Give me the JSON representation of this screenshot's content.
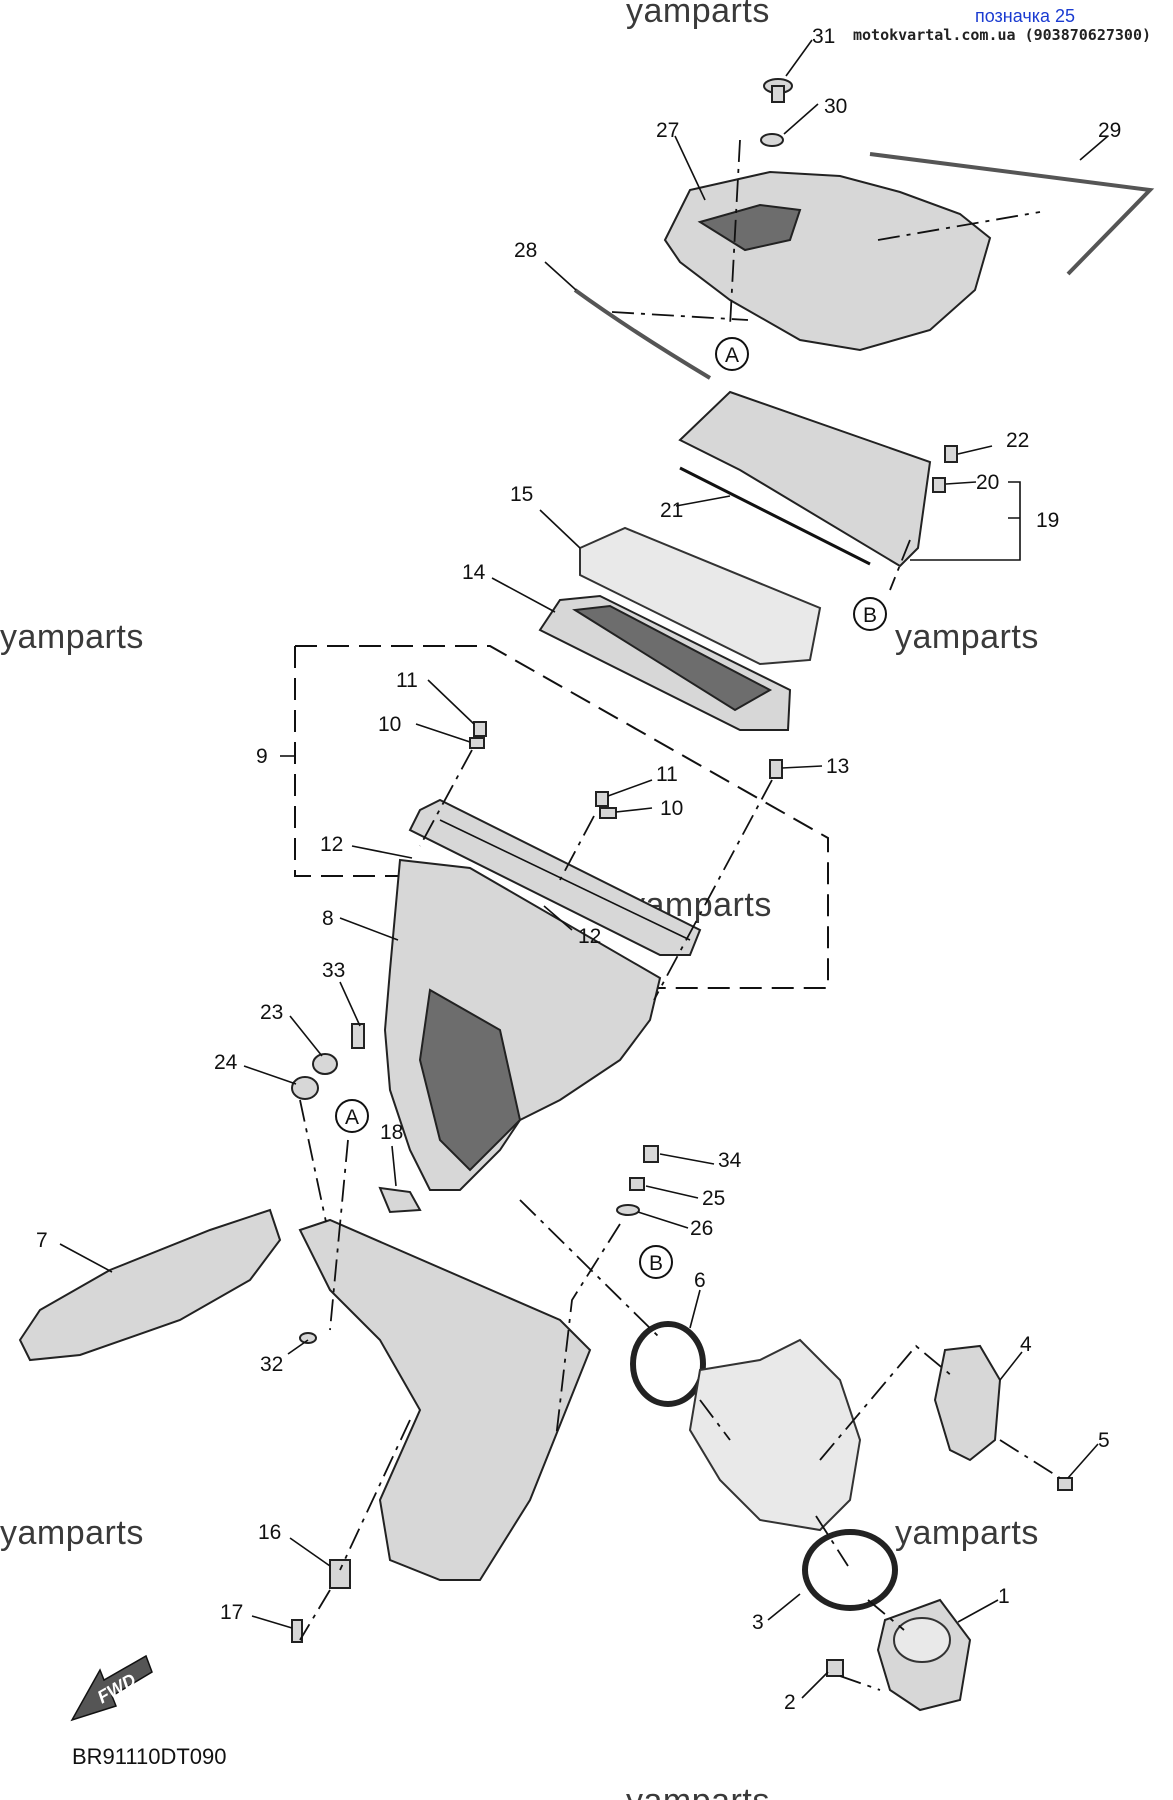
{
  "header": {
    "label_code": "позначка 25",
    "site": "motokvartal.com.ua (903870627300)"
  },
  "watermark": "yamparts",
  "diagram_code": "BR91110DT090",
  "fwd_label": "FWD",
  "reference_markers": [
    "A",
    "B"
  ],
  "callouts": [
    "1",
    "2",
    "3",
    "4",
    "5",
    "6",
    "7",
    "8",
    "9",
    "10",
    "11",
    "12",
    "13",
    "14",
    "15",
    "16",
    "17",
    "18",
    "19",
    "20",
    "21",
    "22",
    "23",
    "24",
    "25",
    "26",
    "27",
    "28",
    "29",
    "30",
    "31",
    "32",
    "33",
    "34"
  ],
  "colors": {
    "header_accent": "#1a3bd1",
    "line": "#111111",
    "part_fill": "#d7d7d7"
  }
}
